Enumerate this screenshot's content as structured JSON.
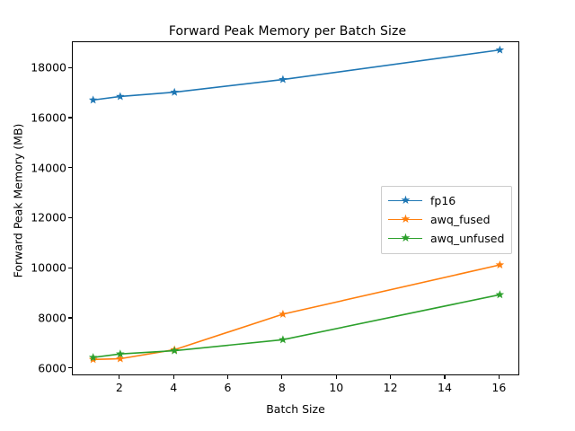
{
  "chart_data": {
    "type": "line",
    "title": "Forward Peak Memory per Batch Size",
    "xlabel": "Batch Size",
    "ylabel": "Forward Peak Memory (MB)",
    "x": [
      1,
      2,
      4,
      8,
      16
    ],
    "xlim": [
      0.25,
      16.75
    ],
    "ylim": [
      5700,
      19050
    ],
    "xticks": [
      2,
      4,
      6,
      8,
      10,
      12,
      14,
      16
    ],
    "xticklabels": [
      "2",
      "4",
      "6",
      "8",
      "10",
      "12",
      "14",
      "16"
    ],
    "yticks": [
      6000,
      8000,
      10000,
      12000,
      14000,
      16000,
      18000
    ],
    "yticklabels": [
      "6000",
      "8000",
      "10000",
      "12000",
      "14000",
      "16000",
      "18000"
    ],
    "grid": false,
    "legend_position": "center right",
    "marker": "star",
    "series": [
      {
        "name": "fp16",
        "color": "#1f77b4",
        "values": [
          16740,
          16880,
          17050,
          17560,
          18740
        ]
      },
      {
        "name": "awq_fused",
        "color": "#ff7f0e",
        "values": [
          6370,
          6400,
          6760,
          8180,
          10150
        ]
      },
      {
        "name": "awq_unfused",
        "color": "#2ca02c",
        "values": [
          6450,
          6590,
          6720,
          7160,
          8960
        ]
      }
    ]
  }
}
